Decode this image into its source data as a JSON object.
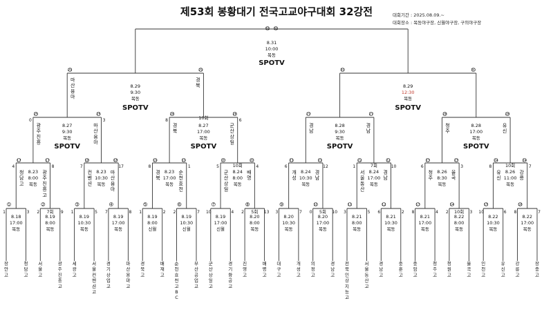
{
  "title": "제53회 봉황대기 전국고교야구대회 32강전",
  "info": {
    "period": "대회기간 : 2025.08.09.~",
    "venue": "대회장소 : 목동야구장, 신월야구장, 구의야구장"
  },
  "broadcaster": "SPOTV",
  "colors": {
    "line": "#333333",
    "highlight": "#c0392b"
  },
  "teams": [
    "장안고",
    "청담고",
    "서울고",
    "광주진흥고",
    "세광고",
    "서울컨벤션고",
    "경기상업고",
    "마산용마고",
    "경북고",
    "배재고",
    "순천효천고BC",
    "부산공업고",
    "군산상일고",
    "경기항공고",
    "진영고",
    "배명고",
    "대구고",
    "개성고",
    "의정고",
    "경남고",
    "전북인상지능고",
    "서울동산고",
    "경남고",
    "충훈고",
    "충암고",
    "청주고",
    "청원고",
    "율곡고",
    "인천고",
    "유신고",
    "강릉고",
    "장충고"
  ],
  "r1": [
    {
      "no": "",
      "lines": [
        "8.18",
        "17:00",
        "목동"
      ],
      "sl": "1",
      "sr": "3"
    },
    {
      "no": "7회",
      "lines": [
        "8.19",
        "8:00",
        "목동"
      ],
      "sl": "2",
      "sr": "9"
    },
    {
      "no": "",
      "lines": [
        "8.19",
        "10:30",
        "목동"
      ],
      "sl": "1",
      "sr": "5"
    },
    {
      "no": "",
      "lines": [
        "8.19",
        "17:00",
        "목동"
      ],
      "sl": "7",
      "sr": "8"
    },
    {
      "no": "",
      "lines": [
        "8.19",
        "8:00",
        "신월"
      ],
      "sl": "1",
      "sr": "2"
    },
    {
      "no": "",
      "lines": [
        "8.19",
        "10:30",
        "신월"
      ],
      "sl": "2",
      "sr": "7"
    },
    {
      "no": "",
      "lines": [
        "8.19",
        "17:00",
        "신월"
      ],
      "sl": "10",
      "sr": "4"
    },
    {
      "no": "5회",
      "lines": [
        "8.20",
        "8:00",
        "목동"
      ],
      "sl": "2",
      "sr": "13"
    },
    {
      "no": "",
      "lines": [
        "8.20",
        "10:30",
        "목동"
      ],
      "sl": "3",
      "sr": "7"
    },
    {
      "no": "5회",
      "lines": [
        "8.20",
        "17:00",
        "목동"
      ],
      "sl": "0",
      "sr": "10"
    },
    {
      "no": "",
      "lines": [
        "8.21",
        "8:00",
        "목동"
      ],
      "sl": "3",
      "sr": "5"
    },
    {
      "no": "",
      "lines": [
        "8.21",
        "10:30",
        "목동"
      ],
      "sl": "6",
      "sr": "2"
    },
    {
      "no": "",
      "lines": [
        "8.21",
        "17:00",
        "목동"
      ],
      "sl": "8",
      "sr": "4"
    },
    {
      "no": "10회",
      "lines": [
        "8.22",
        "8:00",
        "목동"
      ],
      "sl": "2",
      "sr": "3"
    },
    {
      "no": "",
      "lines": [
        "8.22",
        "10:30",
        "목동"
      ],
      "sl": "10",
      "sr": "6"
    },
    {
      "no": "",
      "lines": [
        "8.22",
        "17:00",
        "목동"
      ],
      "sl": "8",
      "sr": "7"
    }
  ],
  "r2": [
    {
      "no": "",
      "lines": [
        "8.23",
        "8:00",
        "목동"
      ],
      "wl": "청담고",
      "wr": "광주진흥고",
      "sl": "4",
      "sr": "8"
    },
    {
      "no": "",
      "lines": [
        "8.23",
        "10:30",
        "목동"
      ],
      "wl": "컨벤션",
      "wr": "마산용마",
      "sl": "7",
      "sr": "17"
    },
    {
      "no": "",
      "lines": [
        "8.23",
        "17:00",
        "목동"
      ],
      "wl": "경북",
      "wr": "순천효천",
      "sl": "8",
      "sr": "1"
    },
    {
      "no": "10회",
      "lines": [
        "8.24",
        "8:00",
        "목동"
      ],
      "wl": "군산상일",
      "wr": "배명",
      "sl": "5",
      "sr": "4"
    },
    {
      "no": "",
      "lines": [
        "8.24",
        "10:30",
        "목동"
      ],
      "wl": "개성",
      "wr": "경남",
      "sl": "6",
      "sr": "12"
    },
    {
      "no": "7회",
      "lines": [
        "8.24",
        "17:00",
        "목동"
      ],
      "wl": "서울동산",
      "wr": "경남",
      "sl": "1",
      "sr": "10"
    },
    {
      "no": "",
      "lines": [
        "8.26",
        "8:30",
        "목동"
      ],
      "wl": "청주",
      "wr": "율곡",
      "sl": "6",
      "sr": "3"
    },
    {
      "no": "10회",
      "lines": [
        "8.26",
        "11:00",
        "목동"
      ],
      "wl": "유신",
      "wr": "강릉",
      "sl": "8",
      "sr": "7"
    }
  ],
  "r3": [
    {
      "no": "",
      "lines": [
        "8.27",
        "9:30",
        "목동"
      ],
      "wl": "광주진흥",
      "wr": "마산용마",
      "sl": "0",
      "sr": "3",
      "spo": true
    },
    {
      "no": "10회",
      "lines": [
        "8.27",
        "17:00",
        "목동"
      ],
      "wl": "경북",
      "wr": "군산상일",
      "sl": "8",
      "sr": "6",
      "spo": true
    },
    {
      "no": "",
      "lines": [
        "8.28",
        "9:30",
        "목동"
      ],
      "wl": "경남",
      "wr": "경남",
      "sl": "",
      "sr": "",
      "spo": true
    },
    {
      "no": "",
      "lines": [
        "8.28",
        "17:00",
        "목동"
      ],
      "wl": "청주",
      "wr": "유신",
      "sl": "",
      "sr": "",
      "spo": true
    }
  ],
  "r4": [
    {
      "no": "",
      "lines": [
        "8.29",
        "9:30",
        "목동"
      ],
      "wl": "마산용마",
      "wr": "경북",
      "sl": "",
      "sr": "",
      "spo": true
    },
    {
      "no": "",
      "lines": [
        "8.29",
        "12:30",
        "목동"
      ],
      "wl": "",
      "wr": "",
      "sl": "",
      "sr": "",
      "spo": true,
      "red": true
    }
  ],
  "final": {
    "no": "",
    "lines": [
      "8.31",
      "10:00",
      "목동"
    ],
    "spo": true
  }
}
